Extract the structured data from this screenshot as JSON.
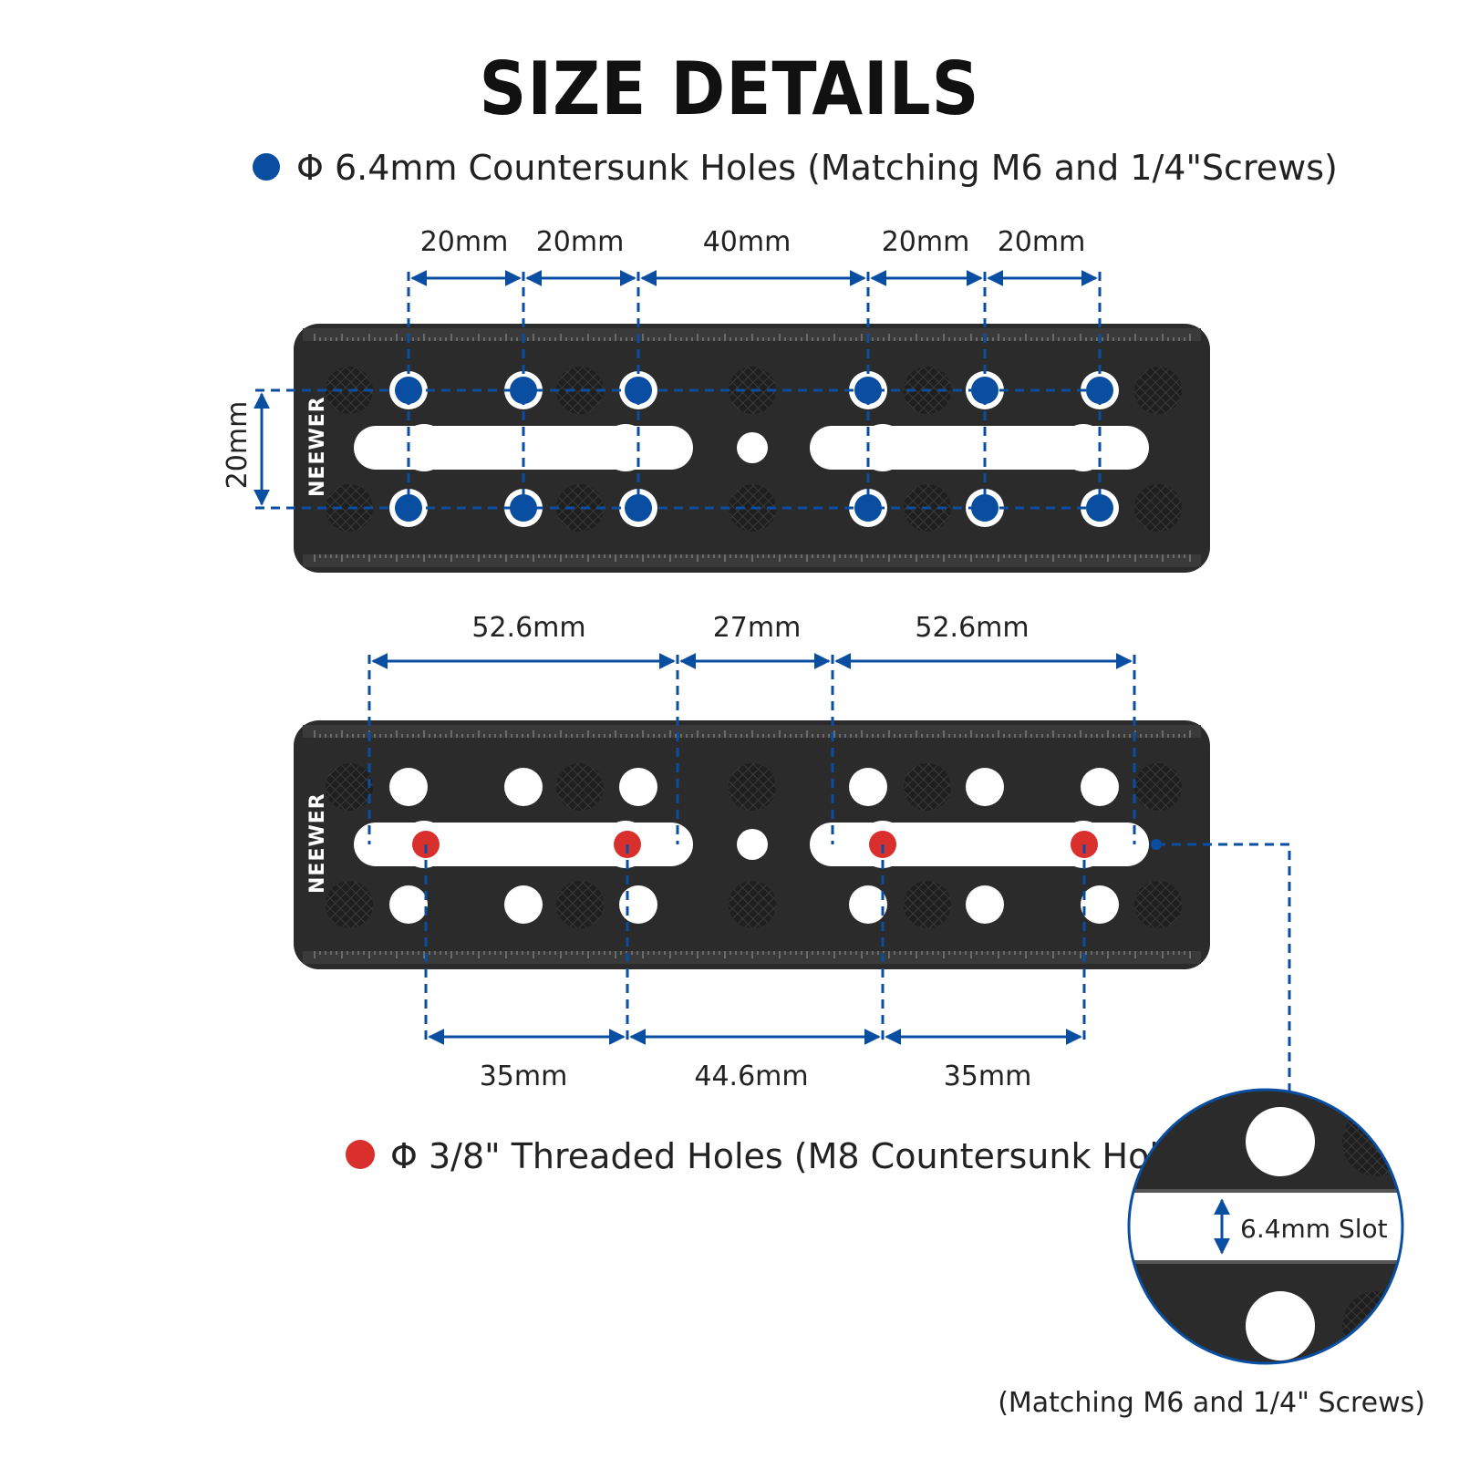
{
  "title": "SIZE DETAILS",
  "legend": {
    "countersunk": {
      "text": "Φ 6.4mm Countersunk Holes (Matching M6 and 1/4\"Screws)",
      "color": "#0a4ea2"
    },
    "threaded": {
      "text": "Φ 3/8\" Threaded Holes (M8 Countersunk Holes)",
      "color": "#d9302e"
    }
  },
  "plate_top": {
    "brand": "NEEWER",
    "top_dimensions": [
      "20mm",
      "20mm",
      "40mm",
      "20mm",
      "20mm"
    ],
    "side_dimension": "20mm"
  },
  "plate_bottom": {
    "brand": "NEEWER",
    "top_dimensions": [
      "52.6mm",
      "27mm",
      "52.6mm"
    ],
    "bottom_dimensions": [
      "35mm",
      "44.6mm",
      "35mm"
    ]
  },
  "detail": {
    "slot_label": "6.4mm Slot",
    "caption": "(Matching M6 and 1/4\" Screws)"
  },
  "colors": {
    "plate": "#2b2b2b",
    "dimension_line": "#0a4ea2",
    "background": "#ffffff"
  }
}
